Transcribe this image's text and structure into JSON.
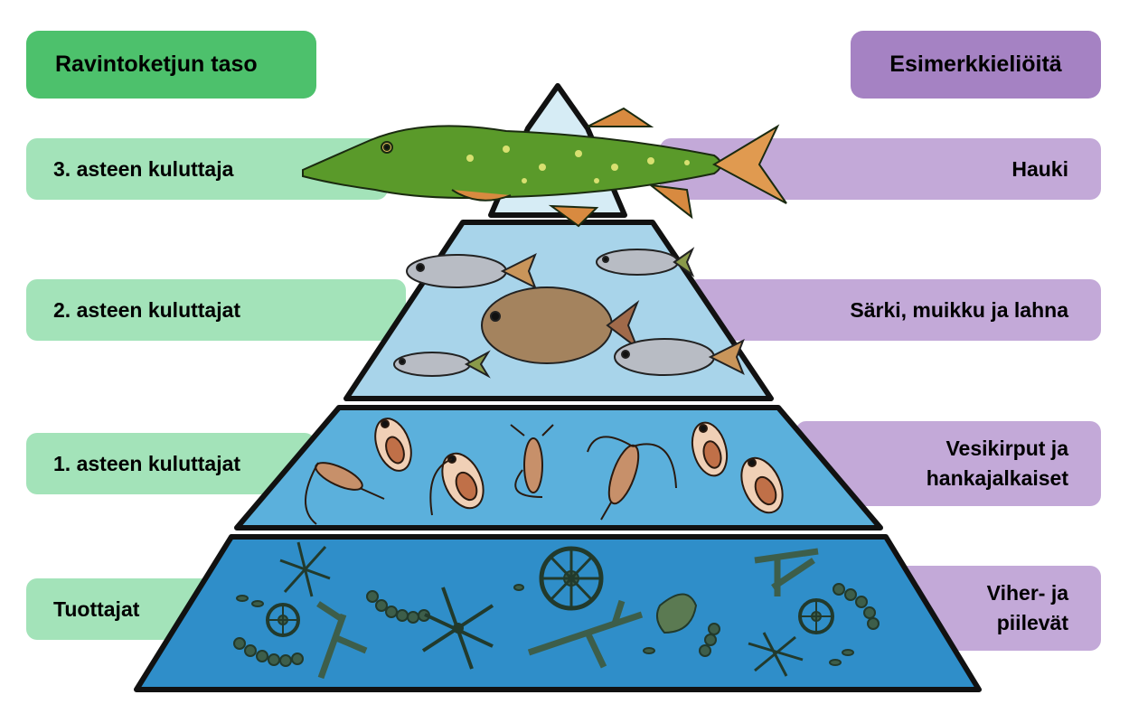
{
  "headers": {
    "left": "Ravintoketjun taso",
    "right": "Esimerkkieliöitä"
  },
  "levels": [
    {
      "level": "3. asteen kuluttaja",
      "examples": [
        "Hauki"
      ]
    },
    {
      "level": "2. asteen kuluttajat",
      "examples": [
        "Särki, muikku ja lahna"
      ]
    },
    {
      "level": "1. asteen kuluttajat",
      "examples": [
        "Vesikirput ja",
        "hankajalkaiset"
      ]
    },
    {
      "level": "Tuottajat",
      "examples": [
        "Viher- ja",
        "piilevät"
      ]
    }
  ],
  "colors": {
    "header_left": "#4dc16c",
    "header_right": "#a582c3",
    "row_left": "#a3e3b9",
    "row_right": "#c3a9d8",
    "tier_top": "#d6ecf5",
    "tier_2": "#a8d4ea",
    "tier_3": "#5bb0dc",
    "tier_4": "#2f8ec9",
    "algae": "#3d5e4a",
    "pike": "#5a9a2a"
  },
  "icons": [
    "pike-illustration",
    "fish-illustration",
    "bream-illustration",
    "water-flea-illustration",
    "copepod-illustration",
    "diatom-illustration",
    "green-algae-illustration"
  ]
}
